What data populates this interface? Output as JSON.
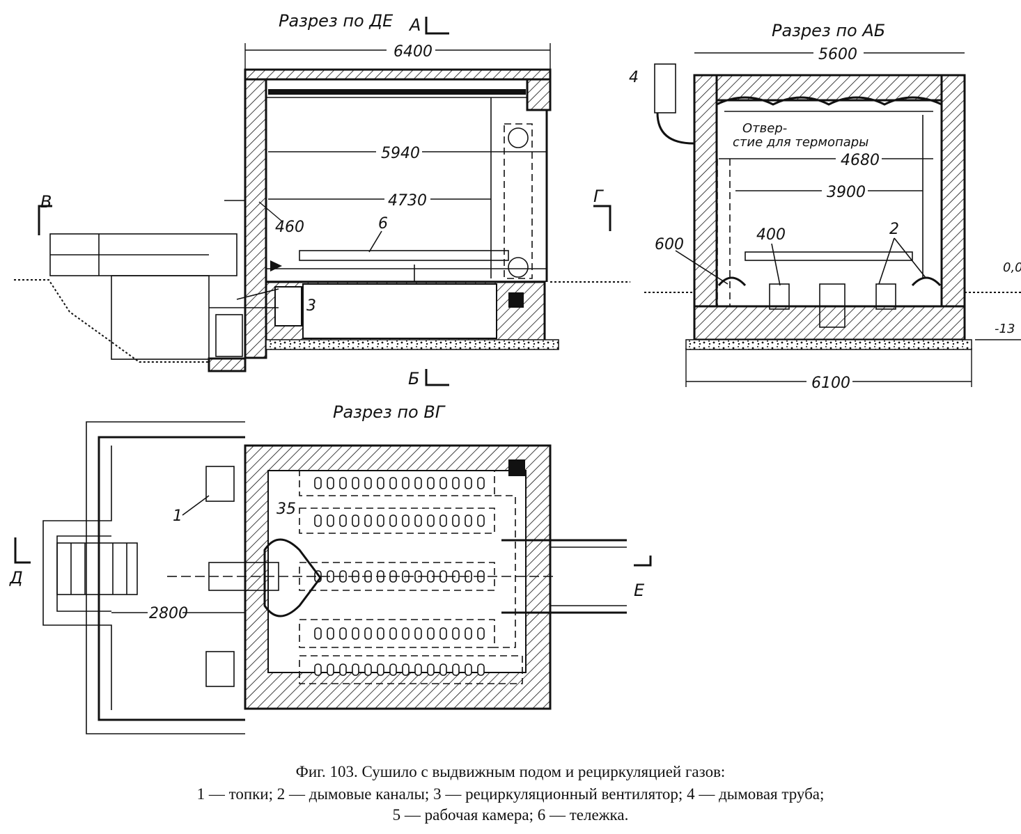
{
  "sections": {
    "de": "Разрез по ДЕ",
    "ab": "Разрез по АБ",
    "vg": "Разрез по ВГ"
  },
  "cut_marks": {
    "a": "А",
    "b": "Б",
    "v": "В",
    "g": "Г",
    "d": "Д",
    "e": "Е"
  },
  "dimensions": {
    "d6400": "6400",
    "d5940": "5940",
    "d4730": "4730",
    "d460": "460",
    "d5600": "5600",
    "d4680": "4680",
    "d3900": "3900",
    "d6100": "6100",
    "d600": "600",
    "d400": "400",
    "d2800": "2800",
    "d35": "35",
    "lvl_top": "0,0",
    "lvl_bottom": "-13"
  },
  "labels": {
    "n1": "1",
    "n2": "2",
    "n3": "3",
    "n4": "4",
    "n6": "6",
    "thermo_line1": "Отвер-",
    "thermo_line2": "стие для термопары"
  },
  "caption": {
    "title": "Фиг. 103. Сушило с выдвижным подом и рециркуляцией газов:",
    "legend1": "1 — топки; 2 — дымовые каналы; 3 — рециркуляционный вентилятор; 4 — дымовая труба;",
    "legend2": "5 — рабочая камера; 6 — тележка."
  }
}
